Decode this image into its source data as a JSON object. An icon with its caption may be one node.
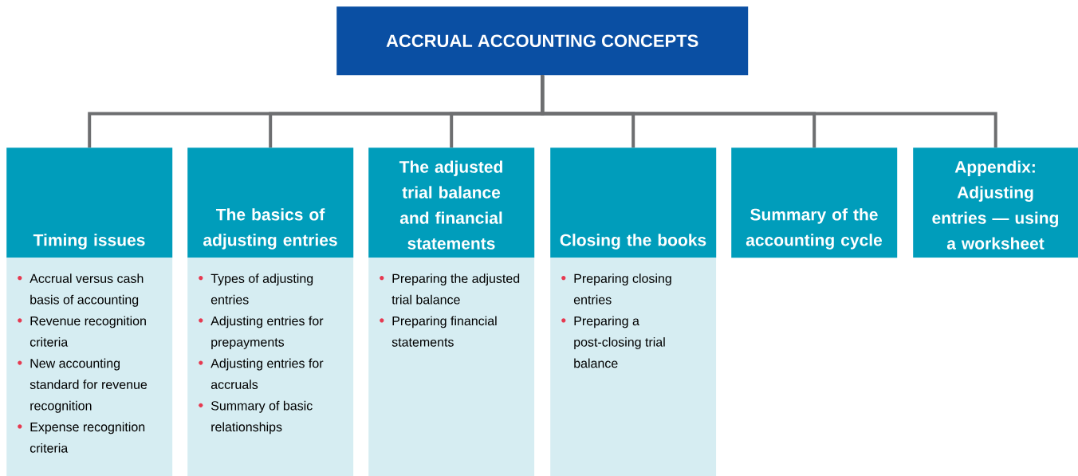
{
  "diagram": {
    "nodes": [
      {
        "text": [
          "ACCRUAL ACCOUNTING CONCEPTS"
        ]
      },
      {
        "text": [
          "Timing issues"
        ]
      },
      {
        "text": [
          "Accrual versus cash basis of accounting",
          "Revenue recognition criteria",
          "New accounting standard for revenue recognition",
          "Expense recognition criteria"
        ]
      },
      {
        "text": [
          "The basics of adjusting entries"
        ]
      },
      {
        "text": [
          "Types of adjusting entries",
          "Adjusting entries for prepayments",
          "Adjusting entries for accruals",
          "Summary of basic relationships"
        ]
      },
      {
        "text": [
          "The adjusted trial balance and financial statements"
        ]
      },
      {
        "text": [
          "Preparing the adjusted trial balance",
          "Preparing financial statements"
        ]
      },
      {
        "text": [
          "Closing the books"
        ]
      },
      {
        "text": [
          "Preparing closing entries",
          "Preparing a post-closing trial balance"
        ]
      },
      {
        "text": [
          "Summary of the accounting cycle"
        ]
      },
      {
        "text": [
          "Appendix: Adjusting entries — using a worksheet"
        ]
      }
    ],
    "edges": [
      {
        "from": 0,
        "to": 1,
        "arrow": "none"
      },
      {
        "from": 0,
        "to": 3,
        "arrow": "none"
      },
      {
        "from": 0,
        "to": 5,
        "arrow": "none"
      },
      {
        "from": 0,
        "to": 7,
        "arrow": "none"
      },
      {
        "from": 0,
        "to": 9,
        "arrow": "none"
      },
      {
        "from": 0,
        "to": 10,
        "arrow": "none"
      }
    ]
  }
}
